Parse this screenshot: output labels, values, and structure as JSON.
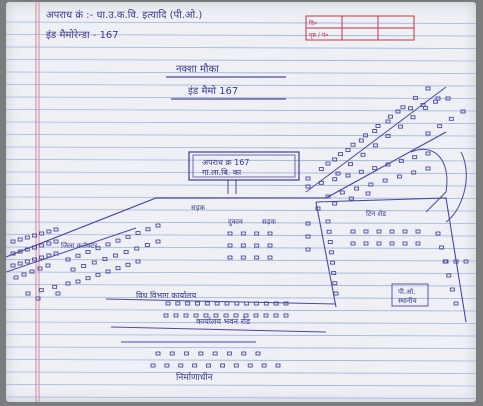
{
  "header": {
    "line1": "अपराध क्रं :- धा.उ.क.वि. इत्यादि (पी.ओ.)",
    "line2": "इंड मैमोरेन्डा - 167",
    "box_label1": "दि०",
    "box_label2": "पृष्ठ / पं०"
  },
  "sketch": {
    "title": "नक्शा मौका",
    "subtitle": "इंड मैमो 167",
    "building_label1": "अपराध क्र 167",
    "building_label2": "गा.ला.बि. का",
    "road_label": "सड़क",
    "shop_label1": "दुकान",
    "shop_label2": "सड़क",
    "left_road_label": "जिला कलेक्टर",
    "corner_label1": "पी.ओ.",
    "corner_label2": "स्थानीय",
    "shed_label": "टिन शेड",
    "bottom_label1": "विध विभाग कार्यालय",
    "bottom_label2": "कार्यालय भवन रोड",
    "footer_label": "निर्माणाधीन"
  }
}
